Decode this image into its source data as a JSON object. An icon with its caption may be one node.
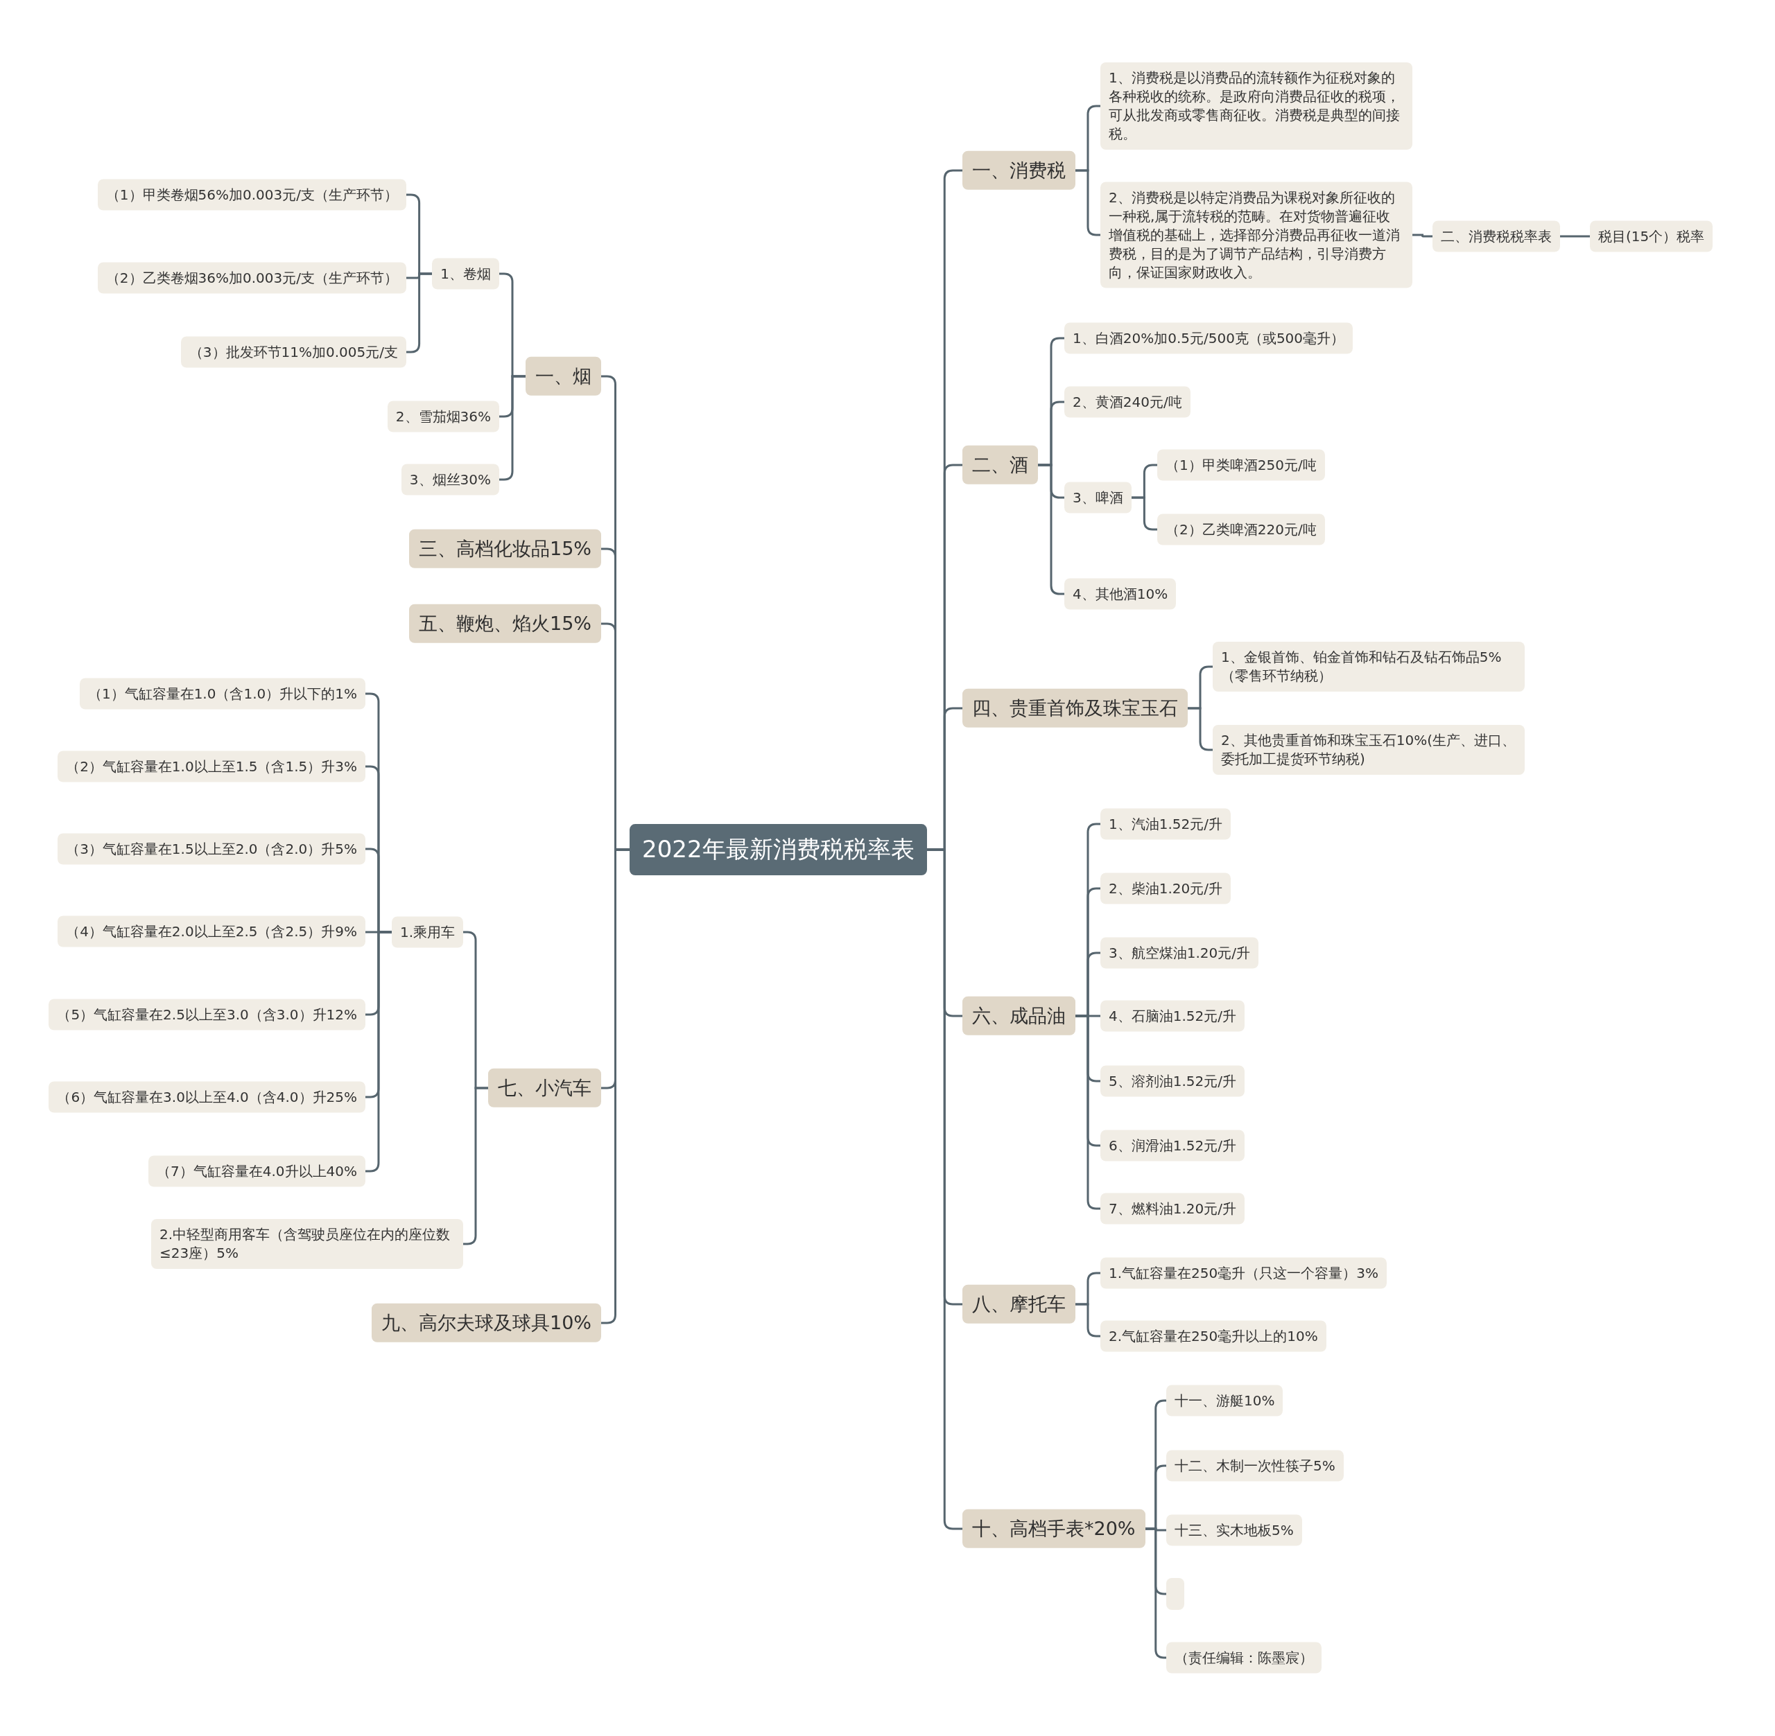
{
  "diagram": {
    "nodes": [
      {
        "text": [
          "2022年最新消费税税率表"
        ]
      },
      {
        "text": [
          "一、消费税"
        ]
      },
      {
        "text": [
          "1、消费税是以消费品的流转额作为征税对象的各种税收的统称。是政府向消费品征收的税项，可从批发商或零售商征收。消费税是典型的间接税。"
        ]
      },
      {
        "text": [
          "2、消费税是以特定消费品为课税对象所征收的一种税,属于流转税的范畴。在对货物普遍征收增值税的基础上，选择部分消费品再征收一道消费税，目的是为了调节产品结构，引导消费方向，保证国家财政收入。"
        ]
      },
      {
        "text": [
          "二、消费税税率表"
        ]
      },
      {
        "text": [
          "税目(15个）税率"
        ]
      },
      {
        "text": [
          "二、酒"
        ]
      },
      {
        "text": [
          "1、白酒20%加0.5元/500克（或500毫升）"
        ]
      },
      {
        "text": [
          "2、黄酒240元/吨"
        ]
      },
      {
        "text": [
          "3、啤酒"
        ]
      },
      {
        "text": [
          "（1）甲类啤酒250元/吨"
        ]
      },
      {
        "text": [
          "（2）乙类啤酒220元/吨"
        ]
      },
      {
        "text": [
          "4、其他酒10%"
        ]
      },
      {
        "text": [
          "四、贵重首饰及珠宝玉石"
        ]
      },
      {
        "text": [
          "1、金银首饰、铂金首饰和钻石及钻石饰品5%（零售环节纳税）"
        ]
      },
      {
        "text": [
          "2、其他贵重首饰和珠宝玉石10%(生产、进口、委托加工提货环节纳税)"
        ]
      },
      {
        "text": [
          "六、成品油"
        ]
      },
      {
        "text": [
          "1、汽油1.52元/升"
        ]
      },
      {
        "text": [
          "2、柴油1.20元/升"
        ]
      },
      {
        "text": [
          "3、航空煤油1.20元/升"
        ]
      },
      {
        "text": [
          "4、石脑油1.52元/升"
        ]
      },
      {
        "text": [
          "5、溶剂油1.52元/升"
        ]
      },
      {
        "text": [
          "6、润滑油1.52元/升"
        ]
      },
      {
        "text": [
          "7、燃料油1.20元/升"
        ]
      },
      {
        "text": [
          "八、摩托车"
        ]
      },
      {
        "text": [
          "1.气缸容量在250毫升（只这一个容量）3%"
        ]
      },
      {
        "text": [
          "2.气缸容量在250毫升以上的10%"
        ]
      },
      {
        "text": [
          "十、高档手表*20%"
        ]
      },
      {
        "text": [
          "十一、游艇10%"
        ]
      },
      {
        "text": [
          "十二、木制一次性筷子5%"
        ]
      },
      {
        "text": [
          "十三、实木地板5%"
        ]
      },
      {
        "text": [],
        "shape": "box"
      },
      {
        "text": [
          "（责任编辑：陈墨宸）"
        ]
      },
      {
        "text": [
          "一、烟"
        ]
      },
      {
        "text": [
          "1、卷烟"
        ]
      },
      {
        "text": [
          "（1）甲类卷烟56%加0.003元/支（生产环节）"
        ]
      },
      {
        "text": [
          "（2）乙类卷烟36%加0.003元/支（生产环节）"
        ]
      },
      {
        "text": [
          "（3）批发环节11%加0.005元/支"
        ]
      },
      {
        "text": [
          "2、雪茄烟36%"
        ]
      },
      {
        "text": [
          "3、烟丝30%"
        ]
      },
      {
        "text": [
          "三、高档化妆品15%"
        ]
      },
      {
        "text": [
          "五、鞭炮、焰火15%"
        ]
      },
      {
        "text": [
          "七、小汽车"
        ]
      },
      {
        "text": [
          "1.乘用车"
        ]
      },
      {
        "text": [
          "（1）气缸容量在1.0（含1.0）升以下的1%"
        ]
      },
      {
        "text": [
          "（2）气缸容量在1.0以上至1.5（含1.5）升3%"
        ]
      },
      {
        "text": [
          "（3）气缸容量在1.5以上至2.0（含2.0）升5%"
        ]
      },
      {
        "text": [
          "（4）气缸容量在2.0以上至2.5（含2.5）升9%"
        ]
      },
      {
        "text": [
          "（5）气缸容量在2.5以上至3.0（含3.0）升12%"
        ]
      },
      {
        "text": [
          "（6）气缸容量在3.0以上至4.0（含4.0）升25%"
        ]
      },
      {
        "text": [
          "（7）气缸容量在4.0升以上40%"
        ]
      },
      {
        "text": [
          "2.中轻型商用客车（含驾驶员座位在内的座位数≤23座）5%"
        ]
      },
      {
        "text": [
          "九、高尔夫球及球具10%"
        ]
      }
    ],
    "edges": [
      {
        "from": 0,
        "to": 1,
        "arrow": "none"
      },
      {
        "from": 1,
        "to": 2,
        "arrow": "none"
      },
      {
        "from": 1,
        "to": 3,
        "arrow": "none"
      },
      {
        "from": 3,
        "to": 4,
        "arrow": "none"
      },
      {
        "from": 4,
        "to": 5,
        "arrow": "none"
      },
      {
        "from": 0,
        "to": 6,
        "arrow": "none"
      },
      {
        "from": 6,
        "to": 7,
        "arrow": "none"
      },
      {
        "from": 6,
        "to": 8,
        "arrow": "none"
      },
      {
        "from": 6,
        "to": 9,
        "arrow": "none"
      },
      {
        "from": 9,
        "to": 10,
        "arrow": "none"
      },
      {
        "from": 9,
        "to": 11,
        "arrow": "none"
      },
      {
        "from": 6,
        "to": 12,
        "arrow": "none"
      },
      {
        "from": 0,
        "to": 13,
        "arrow": "none"
      },
      {
        "from": 13,
        "to": 14,
        "arrow": "none"
      },
      {
        "from": 13,
        "to": 15,
        "arrow": "none"
      },
      {
        "from": 0,
        "to": 16,
        "arrow": "none"
      },
      {
        "from": 16,
        "to": 17,
        "arrow": "none"
      },
      {
        "from": 16,
        "to": 18,
        "arrow": "none"
      },
      {
        "from": 16,
        "to": 19,
        "arrow": "none"
      },
      {
        "from": 16,
        "to": 20,
        "arrow": "none"
      },
      {
        "from": 16,
        "to": 21,
        "arrow": "none"
      },
      {
        "from": 16,
        "to": 22,
        "arrow": "none"
      },
      {
        "from": 16,
        "to": 23,
        "arrow": "none"
      },
      {
        "from": 0,
        "to": 24,
        "arrow": "none"
      },
      {
        "from": 24,
        "to": 25,
        "arrow": "none"
      },
      {
        "from": 24,
        "to": 26,
        "arrow": "none"
      },
      {
        "from": 0,
        "to": 27,
        "arrow": "none"
      },
      {
        "from": 27,
        "to": 28,
        "arrow": "none"
      },
      {
        "from": 27,
        "to": 29,
        "arrow": "none"
      },
      {
        "from": 27,
        "to": 30,
        "arrow": "none"
      },
      {
        "from": 27,
        "to": 31,
        "arrow": "none"
      },
      {
        "from": 27,
        "to": 32,
        "arrow": "none"
      },
      {
        "from": 0,
        "to": 33,
        "arrow": "none"
      },
      {
        "from": 33,
        "to": 34,
        "arrow": "none"
      },
      {
        "from": 34,
        "to": 35,
        "arrow": "none"
      },
      {
        "from": 34,
        "to": 36,
        "arrow": "none"
      },
      {
        "from": 34,
        "to": 37,
        "arrow": "none"
      },
      {
        "from": 33,
        "to": 38,
        "arrow": "none"
      },
      {
        "from": 33,
        "to": 39,
        "arrow": "none"
      },
      {
        "from": 0,
        "to": 40,
        "arrow": "none"
      },
      {
        "from": 0,
        "to": 41,
        "arrow": "none"
      },
      {
        "from": 0,
        "to": 42,
        "arrow": "none"
      },
      {
        "from": 42,
        "to": 43,
        "arrow": "none"
      },
      {
        "from": 43,
        "to": 44,
        "arrow": "none"
      },
      {
        "from": 43,
        "to": 45,
        "arrow": "none"
      },
      {
        "from": 43,
        "to": 46,
        "arrow": "none"
      },
      {
        "from": 43,
        "to": 47,
        "arrow": "none"
      },
      {
        "from": 43,
        "to": 48,
        "arrow": "none"
      },
      {
        "from": 43,
        "to": 49,
        "arrow": "none"
      },
      {
        "from": 43,
        "to": 50,
        "arrow": "none"
      },
      {
        "from": 42,
        "to": 51,
        "arrow": "none"
      },
      {
        "from": 0,
        "to": 52,
        "arrow": "none"
      }
    ]
  }
}
